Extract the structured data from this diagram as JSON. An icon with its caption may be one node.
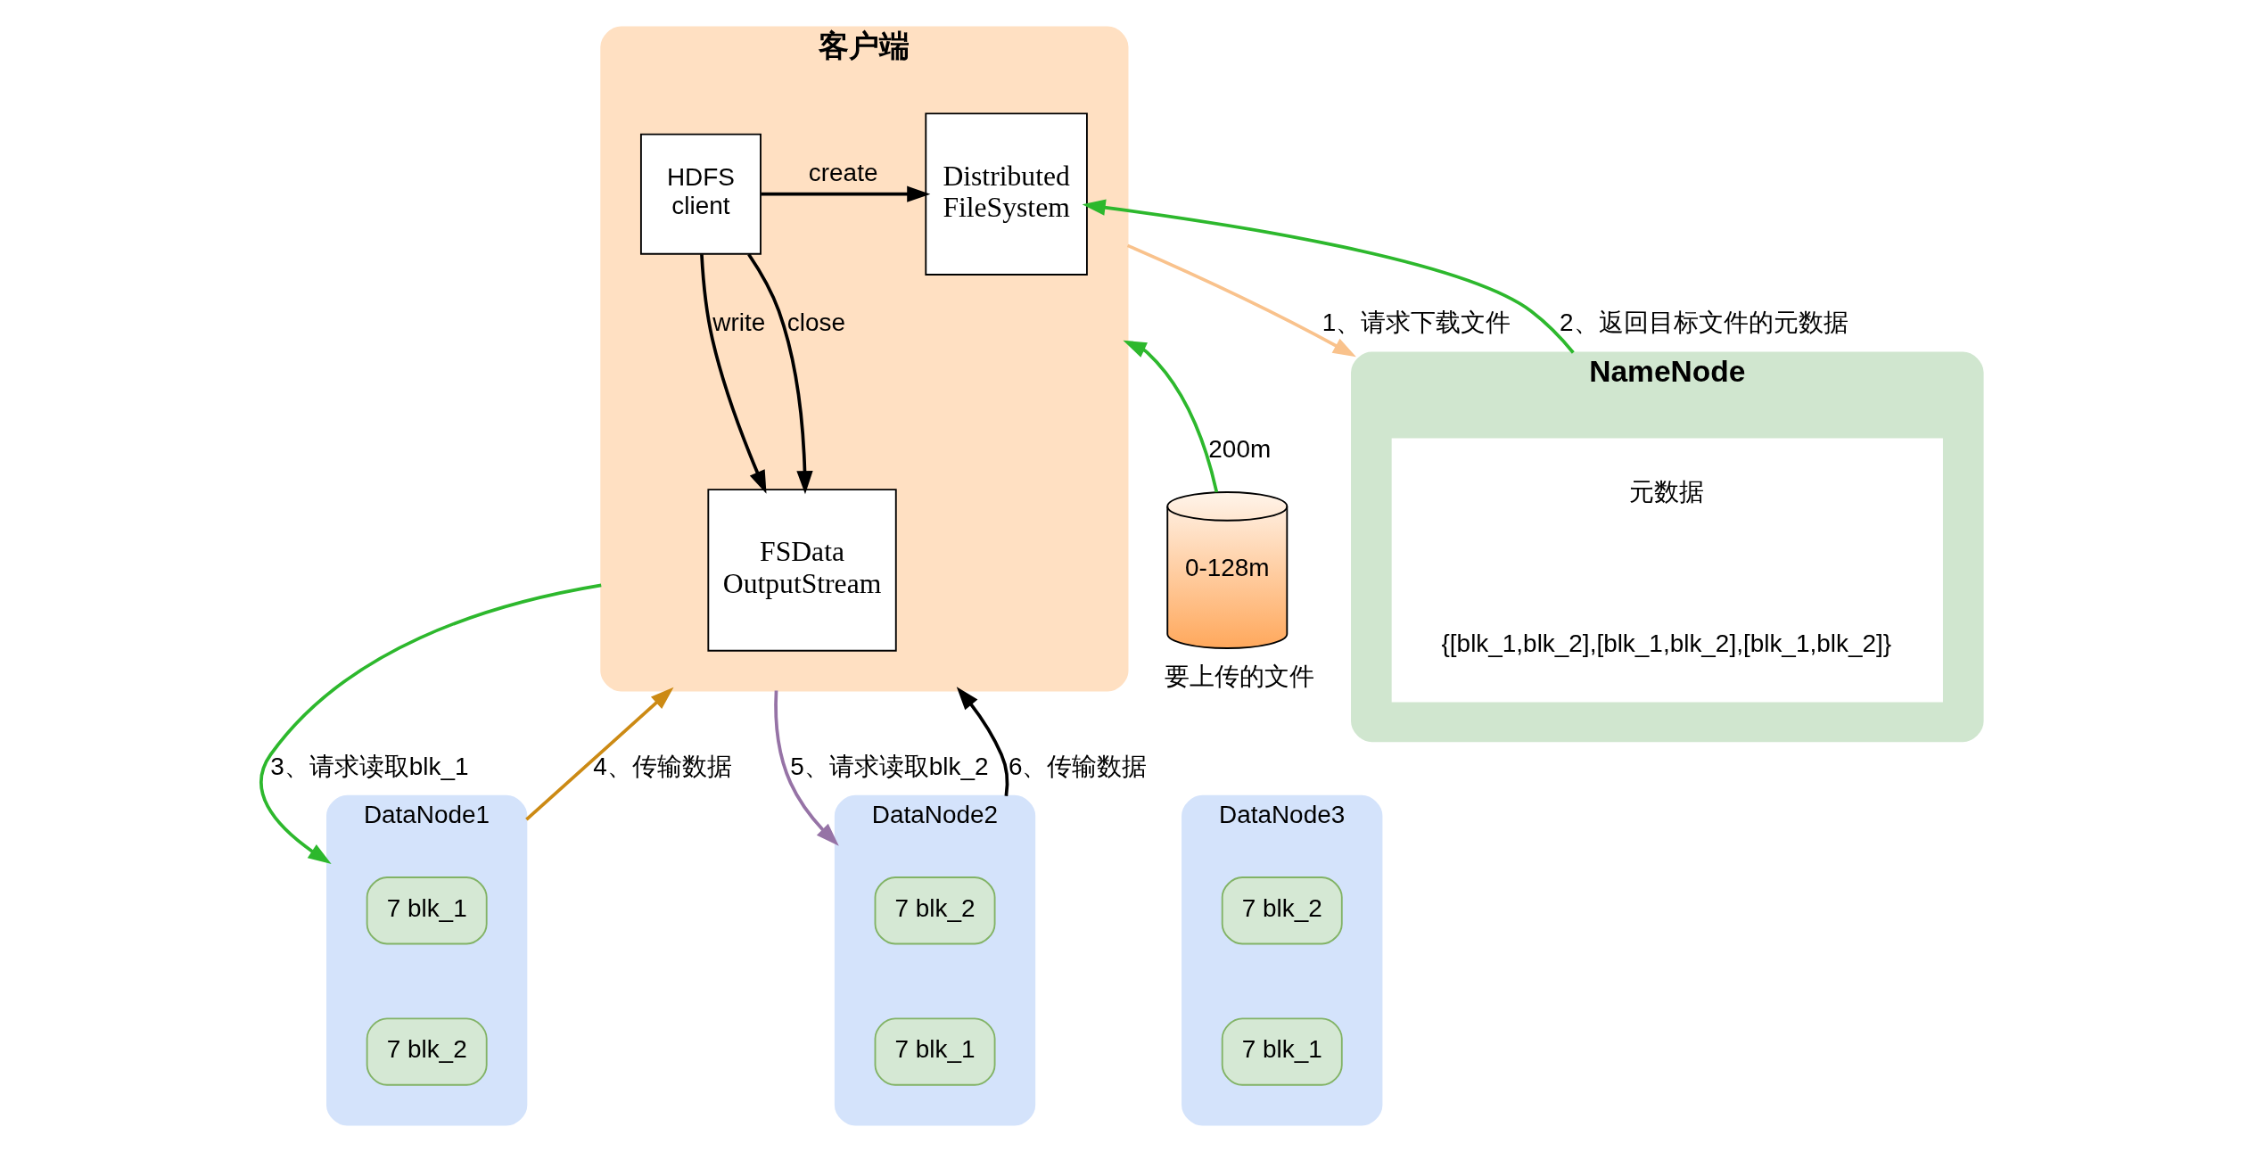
{
  "diagram": {
    "nodes": [
      {
        "text": [
          "客户端"
        ]
      },
      {
        "text": [
          "HDFS client"
        ],
        "in": 0
      },
      {
        "text": [
          "Distributed FileSystem"
        ],
        "in": 0
      },
      {
        "text": [
          "FSData OutputStream"
        ],
        "in": 0
      },
      {
        "text": [
          "NameNode"
        ]
      },
      {
        "text": [
          "元数据",
          "{[blk_1,blk_2],[blk_1,blk_2],[blk_1,blk_2]}"
        ],
        "in": 4
      },
      {
        "text": [
          "0-128m"
        ],
        "beside": [
          "200m",
          "要上传的文件"
        ]
      },
      {
        "text": [
          "DataNode1"
        ]
      },
      {
        "text": [
          "7 blk_1"
        ],
        "in": 7
      },
      {
        "text": [
          "7 blk_2"
        ],
        "in": 7
      },
      {
        "text": [
          "DataNode2"
        ]
      },
      {
        "text": [
          "7 blk_2"
        ],
        "in": 10
      },
      {
        "text": [
          "7 blk_1"
        ],
        "in": 10
      },
      {
        "text": [
          "DataNode3"
        ]
      },
      {
        "text": [
          "7 blk_2"
        ],
        "in": 13
      },
      {
        "text": [
          "7 blk_1"
        ],
        "in": 13
      }
    ],
    "edges": [
      {
        "from": 1,
        "to": 2,
        "arrow": "to",
        "label": "create"
      },
      {
        "from": 1,
        "to": 3,
        "arrow": "to",
        "label": "write"
      },
      {
        "from": 1,
        "to": 3,
        "arrow": "to",
        "label": "close"
      },
      {
        "from": 6,
        "to": 0,
        "arrow": "to",
        "color": "#2db82d"
      },
      {
        "from": 0,
        "to": 4,
        "arrow": "to",
        "label": "1、请求下载文件",
        "color": "#f9c28c"
      },
      {
        "from": 4,
        "to": 2,
        "arrow": "to",
        "label": "2、返回目标文件的元数据",
        "color": "#2db82d"
      },
      {
        "from": 0,
        "to": 7,
        "arrow": "to",
        "label": "3、请求读取blk_1",
        "color": "#2db82d"
      },
      {
        "from": 7,
        "to": 0,
        "arrow": "to",
        "label": "4、传输数据",
        "color": "#cc8a14"
      },
      {
        "from": 0,
        "to": 10,
        "arrow": "to",
        "label": "5、请求读取blk_2",
        "color": "#9673a6"
      },
      {
        "from": 10,
        "to": 0,
        "arrow": "to",
        "label": "6、传输数据"
      }
    ]
  }
}
